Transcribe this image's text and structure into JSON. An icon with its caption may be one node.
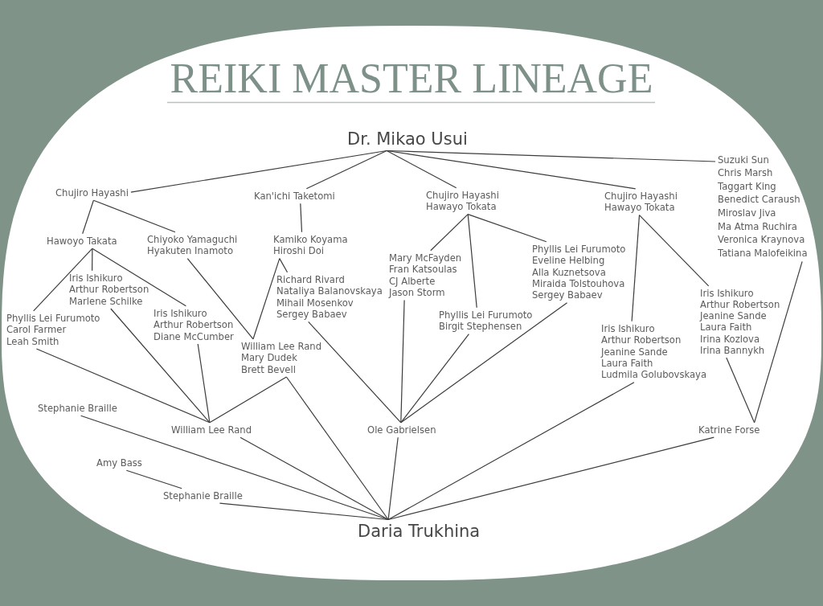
{
  "diagram": {
    "title": "REIKI MASTER LINEAGE",
    "nodes": [
      {
        "text": [
          "Dr. Mikao Usui"
        ]
      },
      {
        "text": [
          "Chujiro Hayashi"
        ]
      },
      {
        "text": [
          "Kan'ichi Taketomi"
        ]
      },
      {
        "text": [
          "Chujiro Hayashi",
          "Hawayo Tokata"
        ]
      },
      {
        "text": [
          "Chujiro Hayashi",
          "Hawayo Tokata"
        ]
      },
      {
        "text": [
          "Suzuki Sun",
          "Chris Marsh",
          "Taggart King",
          "Benedict Caraush",
          "Miroslav Jiva",
          "Ma Atma Ruchira",
          "Veronica Kraynova",
          "Tatiana Malofeikina"
        ]
      },
      {
        "text": [
          "Hawoyo Takata"
        ]
      },
      {
        "text": [
          "Chiyoko Yamaguchi",
          "Hyakuten Inamoto"
        ]
      },
      {
        "text": [
          "Kamiko Koyama",
          "Hiroshi Doi"
        ]
      },
      {
        "text": [
          "Iris Ishikuro",
          "Arthur Robertson",
          "Marlene Schilke"
        ]
      },
      {
        "text": [
          "Richard Rivard",
          "Nataliya Balanovskaya",
          "Mihail Mosenkov",
          "Sergey Babaev"
        ]
      },
      {
        "text": [
          "Mary McFayden",
          "Fran Katsoulas",
          "CJ Alberte",
          "Jason Storm"
        ]
      },
      {
        "text": [
          "Phyllis Lei Furumoto",
          "Eveline Helbing",
          "Alla Kuznetsova",
          "Miraida Tolstouhova",
          "Sergey Babaev"
        ]
      },
      {
        "text": [
          "Iris Ishikuro",
          "Arthur Robertson",
          "Jeanine Sande",
          "Laura Faith",
          "Irina Kozlova",
          "Irina Bannykh"
        ]
      },
      {
        "text": [
          "Phyllis Lei Furumoto",
          "Carol Farmer",
          "Leah Smith"
        ]
      },
      {
        "text": [
          "Iris Ishikuro",
          "Arthur Robertson",
          "Diane McCumber"
        ]
      },
      {
        "text": [
          "Phyllis Lei Furumoto",
          "Birgit Stephensen"
        ]
      },
      {
        "text": [
          "Iris Ishikuro",
          "Arthur Robertson",
          "Jeanine Sande",
          "Laura Faith",
          "Ludmila Golubovskaya"
        ]
      },
      {
        "text": [
          "William Lee Rand",
          "Mary Dudek",
          "Brett Bevell"
        ]
      },
      {
        "text": [
          "Stephanie Braille"
        ]
      },
      {
        "text": [
          "William Lee Rand"
        ]
      },
      {
        "text": [
          "Ole Gabrielsen"
        ]
      },
      {
        "text": [
          "Katrine Forse"
        ]
      },
      {
        "text": [
          "Amy Bass"
        ]
      },
      {
        "text": [
          "Stephanie Braille"
        ]
      },
      {
        "text": [
          "Daria Trukhina"
        ]
      }
    ],
    "edges": [
      {
        "from": 0,
        "to": 1,
        "arrow": "none"
      },
      {
        "from": 0,
        "to": 2,
        "arrow": "none"
      },
      {
        "from": 0,
        "to": 3,
        "arrow": "none"
      },
      {
        "from": 0,
        "to": 4,
        "arrow": "none"
      },
      {
        "from": 0,
        "to": 5,
        "arrow": "none"
      },
      {
        "from": 1,
        "to": 6,
        "arrow": "none"
      },
      {
        "from": 1,
        "to": 7,
        "arrow": "none"
      },
      {
        "from": 2,
        "to": 8,
        "arrow": "none"
      },
      {
        "from": 6,
        "to": 14,
        "arrow": "none"
      },
      {
        "from": 6,
        "to": 9,
        "arrow": "none"
      },
      {
        "from": 6,
        "to": 15,
        "arrow": "none"
      },
      {
        "from": 7,
        "to": 18,
        "arrow": "none"
      },
      {
        "from": 8,
        "to": 10,
        "arrow": "none"
      },
      {
        "from": 8,
        "to": 18,
        "arrow": "none"
      },
      {
        "from": 3,
        "to": 11,
        "arrow": "none"
      },
      {
        "from": 3,
        "to": 16,
        "arrow": "none"
      },
      {
        "from": 3,
        "to": 12,
        "arrow": "none"
      },
      {
        "from": 4,
        "to": 17,
        "arrow": "none"
      },
      {
        "from": 4,
        "to": 13,
        "arrow": "none"
      },
      {
        "from": 5,
        "to": 22,
        "arrow": "none"
      },
      {
        "from": 13,
        "to": 22,
        "arrow": "none"
      },
      {
        "from": 9,
        "to": 20,
        "arrow": "none"
      },
      {
        "from": 15,
        "to": 20,
        "arrow": "none"
      },
      {
        "from": 14,
        "to": 20,
        "arrow": "none"
      },
      {
        "from": 18,
        "to": 20,
        "arrow": "none"
      },
      {
        "from": 18,
        "to": 25,
        "arrow": "none"
      },
      {
        "from": 10,
        "to": 21,
        "arrow": "none"
      },
      {
        "from": 11,
        "to": 21,
        "arrow": "none"
      },
      {
        "from": 16,
        "to": 21,
        "arrow": "none"
      },
      {
        "from": 12,
        "to": 21,
        "arrow": "none"
      },
      {
        "from": 19,
        "to": 25,
        "arrow": "none"
      },
      {
        "from": 20,
        "to": 25,
        "arrow": "none"
      },
      {
        "from": 21,
        "to": 25,
        "arrow": "none"
      },
      {
        "from": 17,
        "to": 25,
        "arrow": "none"
      },
      {
        "from": 22,
        "to": 25,
        "arrow": "none"
      },
      {
        "from": 23,
        "to": 24,
        "arrow": "none"
      },
      {
        "from": 24,
        "to": 25,
        "arrow": "none"
      }
    ]
  }
}
